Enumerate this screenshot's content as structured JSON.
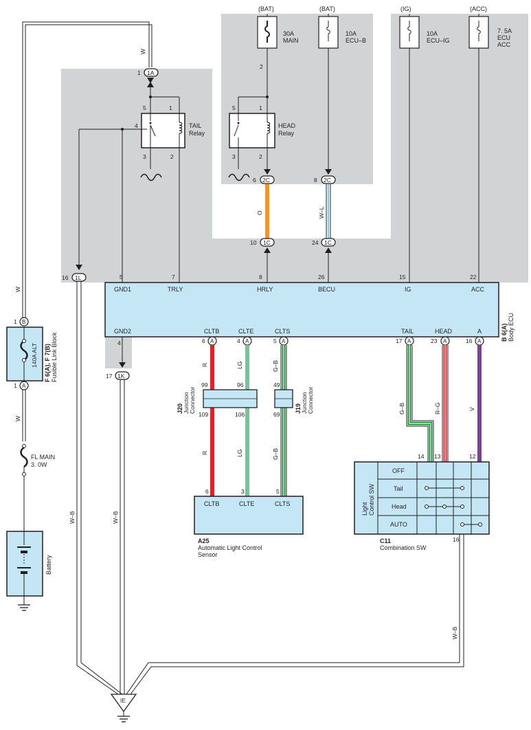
{
  "colors": {
    "shade": "#d1d3d4",
    "ecu_fill": "#c5e6f5",
    "wire_orange": "#f7941d",
    "wire_red": "#ed1c24",
    "wire_green": "#7ac29a",
    "wire_dark_green": "#1a8c3a",
    "wire_violet": "#7f3f98",
    "wire_light_blue": "#6dcff6",
    "line": "#231f20"
  },
  "fuses": {
    "main": {
      "source": "(BAT)",
      "rating": "30A",
      "name": "MAIN"
    },
    "ecu_b": {
      "source": "(BAT)",
      "rating": "10A",
      "name": "ECU–B"
    },
    "ecu_ig": {
      "source": "(IG)",
      "rating": "10A",
      "name": "ECU–IG"
    },
    "ecu_acc": {
      "source": "(ACC)",
      "rating": "7. 5A",
      "name1": "ECU",
      "name2": "ACC"
    },
    "fl_main": {
      "name": "FL MAIN",
      "rating": "3. 0W"
    },
    "alt": {
      "rating": "140A ALT"
    }
  },
  "relays": {
    "tail": {
      "line1": "TAIL",
      "line2": "Relay",
      "pins": [
        "5",
        "1",
        "4",
        "3",
        "2"
      ]
    },
    "head": {
      "line1": "HEAD",
      "line2": "Relay",
      "pins": [
        "5",
        "1",
        "3",
        "2"
      ]
    }
  },
  "connectors": {
    "c1A": "1A",
    "c2C": "2C",
    "c1C": "1C",
    "c1L": "1L",
    "c1K": "1K",
    "fB": "B",
    "fA": "A",
    "ecuA": "A",
    "ground": "IE"
  },
  "pins": {
    "p1_1A": "1",
    "p2_main": "2",
    "p6_2C": "6",
    "p8_2C": "8",
    "p10_1C": "10",
    "p24_1C": "24",
    "p16_1L": "16",
    "p17_1K": "17",
    "p1_B": "1",
    "p1_A": "1",
    "ecu_top": [
      "5",
      "7",
      "8",
      "26",
      "15",
      "22"
    ],
    "ecu_gnd2": "4",
    "ecu_bottom": [
      "6",
      "4",
      "5",
      "17",
      "23",
      "16"
    ],
    "j20_top": [
      "99",
      "96"
    ],
    "j20_bottom": [
      "109",
      "106"
    ],
    "j19_top": "49",
    "j19_bottom": "69",
    "sensor": [
      "6",
      "3",
      "5"
    ],
    "comb": [
      "14",
      "13",
      "12"
    ],
    "comb_ground": "16"
  },
  "wires": {
    "W": "W",
    "O": "O",
    "WL": "W–L",
    "R": "R",
    "LG": "LG",
    "GB": "G–B",
    "RG": "R–G",
    "V": "V",
    "WB": "W–B"
  },
  "ecu": {
    "top_terminals": [
      "GND1",
      "TRLY",
      "HRLY",
      "BECU",
      "IG",
      "ACC"
    ],
    "gnd2": "GND2",
    "bottom_terminals": [
      "CLTB",
      "CLTE",
      "CLTS",
      "TAIL",
      "HEAD",
      "A"
    ],
    "code": "B 6(A)",
    "name": "Body ECU"
  },
  "fusible_link": {
    "code": "F 6(A), F 7(B)",
    "name": "Fusible Link Block"
  },
  "j20": {
    "code": "J20",
    "line1": "Junction",
    "line2": "Connector"
  },
  "j19": {
    "code": "J19",
    "line1": "Junction",
    "line2": "Connector"
  },
  "sensor": {
    "code": "A25",
    "line1": "Automatic Light Control",
    "line2": "Sensor",
    "terminals": [
      "CLTB",
      "CLTE",
      "CLTS"
    ]
  },
  "combination_sw": {
    "code": "C11",
    "name": "Combination SW",
    "switch_label1": "Light",
    "switch_label2": "Control SW",
    "positions": [
      "OFF",
      "Tail",
      "Head",
      "AUTO"
    ]
  },
  "battery": {
    "name": "Battery"
  }
}
